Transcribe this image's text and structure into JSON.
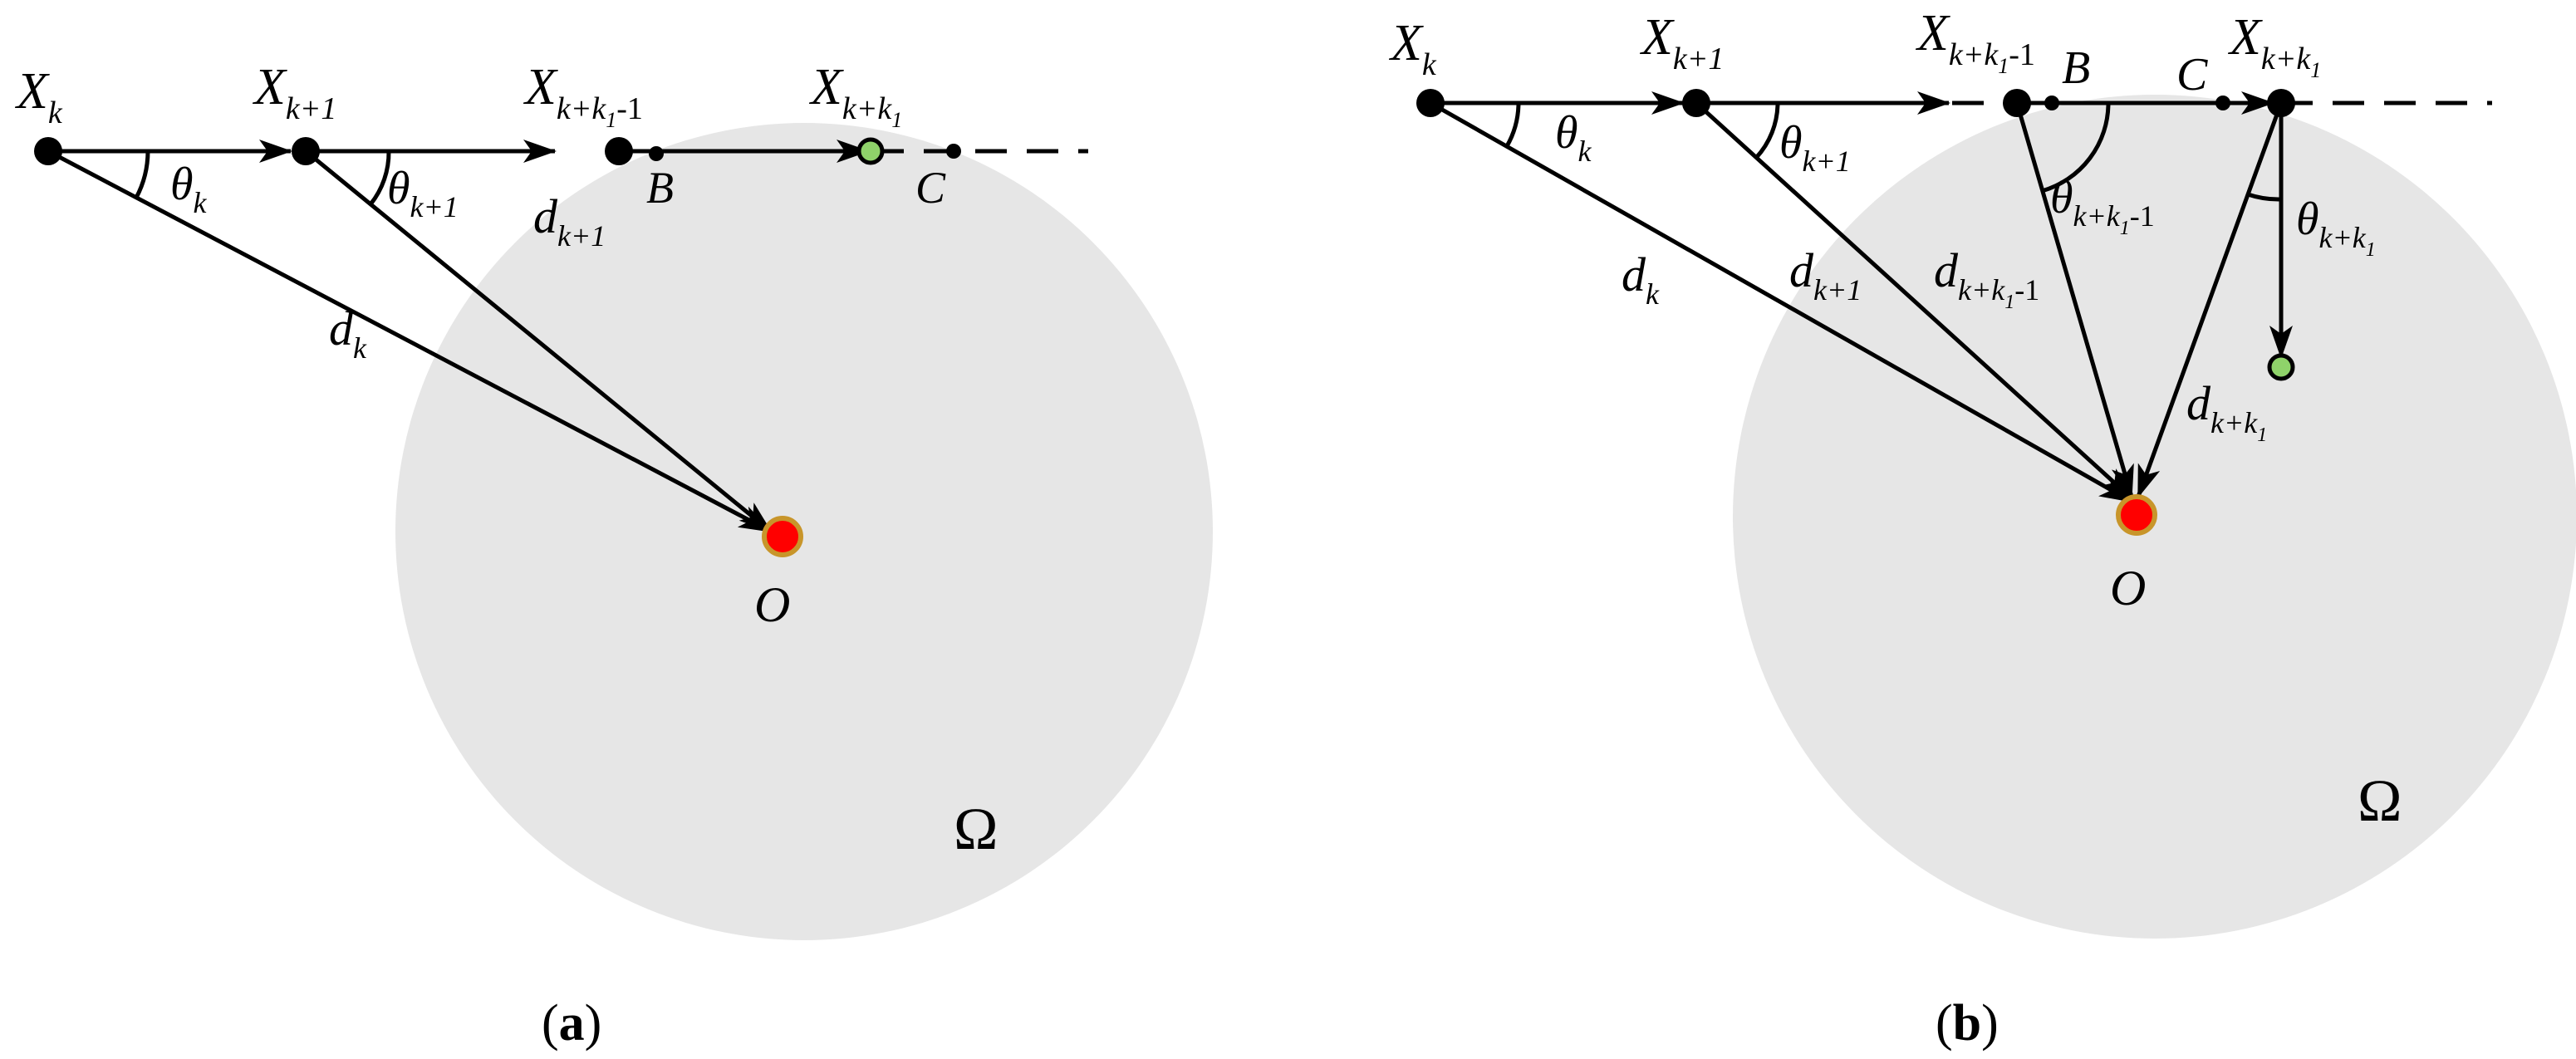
{
  "colors": {
    "region": "#e6e6e6",
    "target_fill": "#ff0000",
    "target_ring": "#c8952a",
    "end_point": "#8fd36a",
    "ink": "#000000"
  },
  "panel_a": {
    "caption": {
      "open": "(",
      "letter": "a",
      "close": ")"
    },
    "region_label": "Ω",
    "origin_label": "O",
    "points": {
      "xk": {
        "main": "X",
        "sub": "k"
      },
      "xk1": {
        "main": "X",
        "sub": "k+1"
      },
      "xkk1m1": {
        "main": "X",
        "sub1": "k+k",
        "sub2": "1",
        "sub3": "-1"
      },
      "xkk1": {
        "main": "X",
        "sub1": "k+k",
        "sub2": "1"
      },
      "b": "B",
      "c": "C"
    },
    "angles": {
      "theta_k": {
        "main": "θ",
        "sub": "k"
      },
      "theta_k1": {
        "main": "θ",
        "sub": "k+1"
      }
    },
    "distances": {
      "d_k": {
        "main": "d",
        "sub": "k"
      },
      "d_k1": {
        "main": "d",
        "sub": "k+1"
      }
    }
  },
  "panel_b": {
    "caption": {
      "open": "(",
      "letter": "b",
      "close": ")"
    },
    "region_label": "Ω",
    "origin_label": "O",
    "points": {
      "xk": {
        "main": "X",
        "sub": "k"
      },
      "xk1": {
        "main": "X",
        "sub": "k+1"
      },
      "xkk1m1": {
        "main": "X",
        "sub1": "k+k",
        "sub2": "1",
        "sub3": "-1"
      },
      "xkk1": {
        "main": "X",
        "sub1": "k+k",
        "sub2": "1"
      },
      "b": "B",
      "c": "C"
    },
    "angles": {
      "theta_k": {
        "main": "θ",
        "sub": "k"
      },
      "theta_k1": {
        "main": "θ",
        "sub": "k+1"
      },
      "theta_kk1m1": {
        "main": "θ",
        "sub1": "k+k",
        "sub2": "1",
        "sub3": "-1"
      },
      "theta_kk1": {
        "main": "θ",
        "sub1": "k+k",
        "sub2": "1"
      }
    },
    "distances": {
      "d_k": {
        "main": "d",
        "sub": "k"
      },
      "d_k1": {
        "main": "d",
        "sub": "k+1"
      },
      "d_kk1m1": {
        "main": "d",
        "sub1": "k+k",
        "sub2": "1",
        "sub3": "-1"
      },
      "d_kk1": {
        "main": "d",
        "sub1": "k+k",
        "sub2": "1"
      }
    }
  }
}
